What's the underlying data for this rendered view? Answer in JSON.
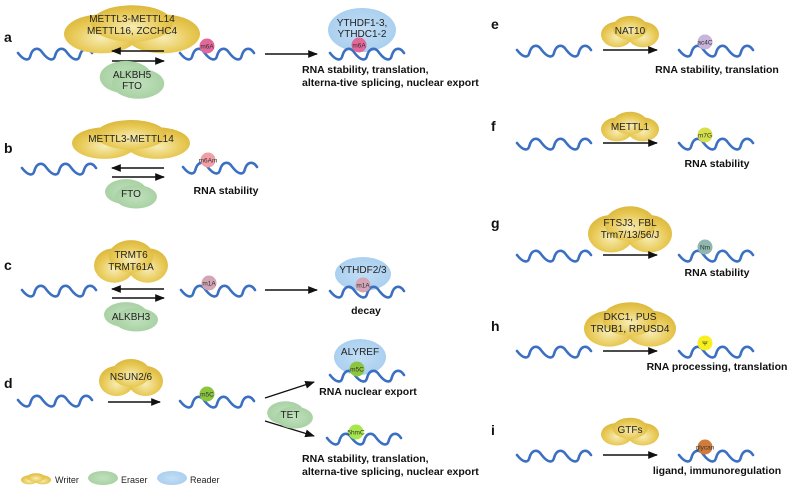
{
  "colors": {
    "rna": "#3a6fc2",
    "writer": "#e2c14a",
    "eraser": "#a9d3a6",
    "reader": "#a9d0ef",
    "arrow": "#111111"
  },
  "legend": {
    "writer": "Writer",
    "eraser": "Eraser",
    "reader": "Reader"
  },
  "panels": {
    "a": {
      "label": "a",
      "writer_lines": [
        "METTL3-METTL14",
        "METTL16, ZCCHC4"
      ],
      "eraser_lines": [
        "ALKBH5",
        "FTO"
      ],
      "modification": "m6A",
      "mod_color": "#e2689a",
      "reader_lines": [
        "YTHDF1-3,",
        "YTHDC1-2"
      ],
      "outcome_lines": [
        "RNA stability, translation,",
        "alterna-tive splicing, nuclear export"
      ]
    },
    "b": {
      "label": "b",
      "writer_lines": [
        "METTL3-METTL14"
      ],
      "eraser_lines": [
        "FTO"
      ],
      "modification": "m6Am",
      "mod_color": "#ef9fa5",
      "outcome_lines": [
        "RNA stability"
      ]
    },
    "c": {
      "label": "c",
      "writer_lines": [
        "TRMT6",
        "TRMT61A"
      ],
      "eraser_lines": [
        "ALKBH3"
      ],
      "modification": "m1A",
      "mod_color": "#d4a5b5",
      "reader_lines": [
        "YTHDF2/3"
      ],
      "outcome_lines": [
        "decay"
      ]
    },
    "d": {
      "label": "d",
      "writer_lines": [
        "NSUN2/6"
      ],
      "modification": "m5C",
      "mod_color": "#8cc63f",
      "reader_lines": [
        "ALYREF"
      ],
      "eraser_lines": [
        "TET"
      ],
      "branch_top_outcome": [
        "RNA nuclear export"
      ],
      "branch_bottom_mod": "5hmC",
      "branch_bottom_mod_color": "#a6e84a",
      "branch_bottom_outcome": [
        "RNA stability, translation,",
        "alterna-tive splicing, nuclear export"
      ]
    },
    "e": {
      "label": "e",
      "writer_lines": [
        "NAT10"
      ],
      "modification": "ac4C",
      "mod_color": "#c9b4dc",
      "outcome_lines": [
        "RNA stability, translation"
      ]
    },
    "f": {
      "label": "f",
      "writer_lines": [
        "METTL1"
      ],
      "modification": "m7G",
      "mod_color": "#d6e04a",
      "outcome_lines": [
        "RNA stability"
      ]
    },
    "g": {
      "label": "g",
      "writer_lines": [
        "FTSJ3, FBL",
        "Trm7/13/56/J"
      ],
      "modification": "Nm",
      "mod_color": "#8fb7b0",
      "outcome_lines": [
        "RNA stability"
      ]
    },
    "h": {
      "label": "h",
      "writer_lines": [
        "DKC1, PUS",
        "TRUB1, RPUSD4"
      ],
      "modification": "Ψ",
      "mod_color": "#f7f01e",
      "outcome_lines": [
        "RNA processing, translation"
      ]
    },
    "i": {
      "label": "i",
      "writer_lines": [
        "GTFs"
      ],
      "modification": "glycan",
      "mod_color": "#d27c3a",
      "outcome_lines": [
        "ligand, immunoregulation"
      ]
    }
  }
}
